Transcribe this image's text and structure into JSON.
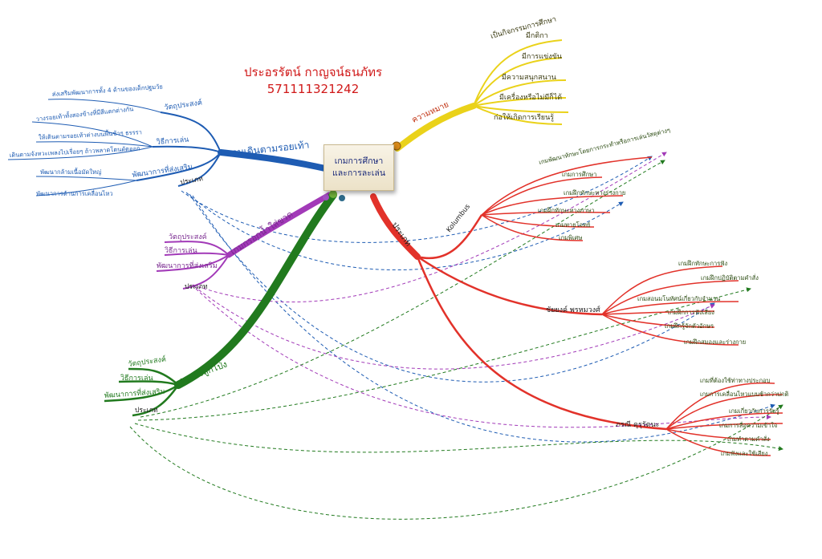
{
  "author": {
    "name": "ประอรรัตน์ กาญจน์ธนภัทร",
    "id": "571111321242"
  },
  "center": {
    "line1": "เกมการศึกษา",
    "line2": "และการละเล่น"
  },
  "colors": {
    "blue": "#1e5cb3",
    "purple": "#a23ab8",
    "green": "#217a1e",
    "yellow": "#ead21a",
    "red": "#e2322a",
    "author": "#d01818"
  },
  "branches": {
    "footprint": {
      "title": "เกมเดินตามรอยเท้า",
      "objective": "วัตถุประสงค์",
      "objective_item": "ส่งเสริมพัฒนาการทั้ง 4 ด้านของเด็กปฐมวัย",
      "method": "วิธีการเล่น",
      "method_items": [
        "วางรอยเท้าทั้งสองข้างที่มีสีแตกต่างกัน",
        "ให้เดินตามรอยเท้าต่างบนพื้นช้าๆ ธรรรา",
        "เดินตามจังหวะเพลงไปเรื่อยๆ ถ้าวพลาดโดนตัดออก"
      ],
      "development": "พัฒนาการที่ส่งเสริม",
      "development_items": [
        "พัฒนากล้ามเนื้อมัดใหญ่",
        "พัฒนาการด้านการเคลื่อนไหว"
      ],
      "type": "ประเภท"
    },
    "water": {
      "title": "เกมกรอกน้ำใส่ขวด",
      "objective": "วัตถุประสงค์",
      "method": "วิธีการเล่น",
      "development": "พัฒนาการที่ส่งเสริม",
      "type": "ประเภท"
    },
    "balloon": {
      "title": "เกมส่งลูกโป่ง",
      "objective": "วัตถุประสงค์",
      "method": "วิธีการเล่น",
      "development": "พัฒนาการที่ส่งเสริม",
      "type": "ประเภท"
    },
    "meaning": {
      "title": "ความหมาย",
      "items": [
        "เป็นกิจกรรมการศึกษา",
        "มีกติกา",
        "มีการแข่งขัน",
        "มีความสนุกสนาน",
        "มีเครื่องหรือไม่มีก็ได้",
        "ก่อให้เกิดการเรียนรู้"
      ]
    },
    "types": {
      "title": "ประเภท",
      "kolumbus": {
        "title": "Kolumbus",
        "items": [
          "เกมพัฒนาทักษะโดยการกระทำหรือการเล่นวัสดุต่างๆ",
          "เกมการศึกษา",
          "เกมฝึกทักษะทางร่างกาย",
          "เกมฝึกทักษะทางภาษา",
          "เกมทายโจทย์",
          "เกมพิเศษ"
        ]
      },
      "chaiyong": {
        "title": "ชัยยงค์ พรหมวงศ์",
        "items": [
          "เกมฝึกทักษะการฟัง",
          "เกมฝึกปฏิบัติตามคำสั่ง",
          "เกมสอนมโนทัศน์เกี่ยวกับจำนวน",
          "เกมฝึกการฟังเสียง",
          "เกมฝึกรู้จักตัวอักษร",
          "เกมฝึกสมองและร่างกาย"
        ]
      },
      "phorn": {
        "title": "ภรณี คุรุรัตนะ",
        "items": [
          "เกมที่ต้องใช้ท่าทางประกอบ",
          "เกมการเคลื่อนไหวแบบช้ากว่าปกติ",
          "เกมเกี่ยวกับการรับรู้",
          "เกมการสื่อความเข้าใจ",
          "เกมทำตามคำสั่ง",
          "เกมฟังและใช้เสียง"
        ]
      }
    }
  }
}
